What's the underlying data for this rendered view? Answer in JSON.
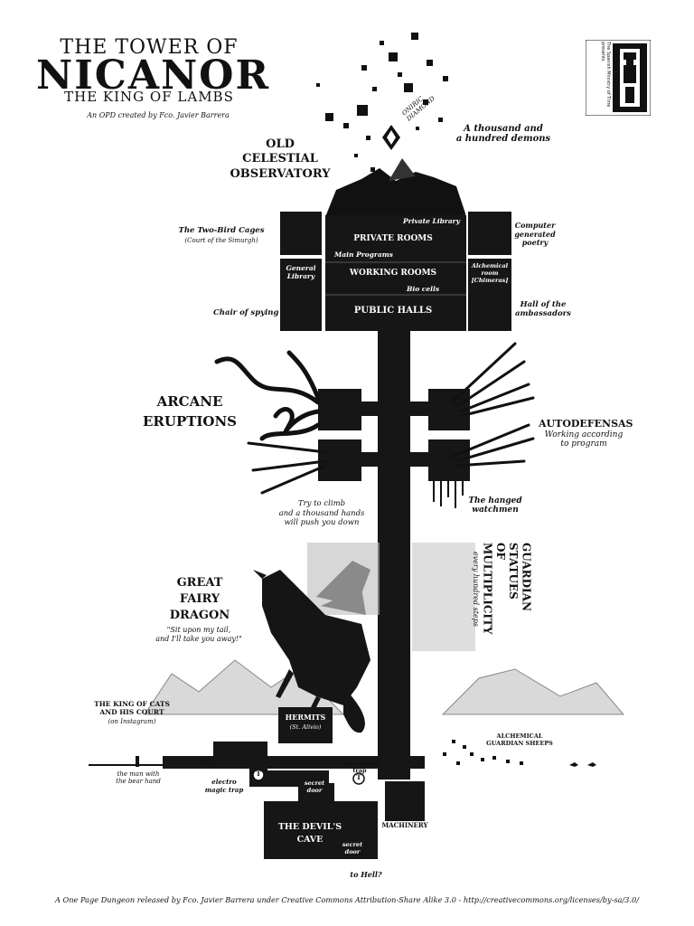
{
  "title": {
    "line1": "THE TOWER OF",
    "line2": "NICANOR",
    "line3": "THE KING OF LAMBS",
    "credit": "An OPD created by Fco. Javier Barrera"
  },
  "tower": {
    "observatory": "OLD\nCELESTIAL\nOBSERVATORY",
    "diamond": "ONIRIC\nDIAMOND",
    "demons": "A thousand and\na hundred demons",
    "private_library": "Private Library",
    "private_rooms": "PRIVATE ROOMS",
    "main_programs": "Main Programs",
    "working_rooms": "WORKING ROOMS",
    "bio_cells": "Bio cells",
    "public_halls": "PUBLIC HALLS",
    "general_library": "General\nLibrary",
    "alchemical_room": "Alchemical\nroom\n[Chimeras]",
    "two_bird_cages": "The Two-Bird Cages",
    "two_bird_cages_sub": "(Court of the Simurgh)",
    "computer_poetry": "Computer\ngenerated\npoetry",
    "chair_spying": "Chair of spying",
    "hall_ambassadors": "Hall of the\nambassadors"
  },
  "shaft": {
    "arcane": "ARCANE\nERUPTIONS",
    "autodefensas": "AUTODEFENSAS",
    "autodefensas_sub": "Working according\nto program",
    "hanged": "The hanged\nwatchmen",
    "climb": "Try to climb\nand a thousand hands\nwill push you down",
    "guardian": "GUARDIAN STATUES\nOF MULTIPLICITY",
    "guardian_sub": "every hundred steps"
  },
  "dragon": {
    "name": "GREAT\nFAIRY\nDRAGON",
    "quote": "\"Sit upon my tail,\nand I'll take you away!\""
  },
  "base": {
    "king_cats": "THE KING OF CATS\nAND HIS COURT",
    "king_cats_sub": "(on Instagram)",
    "hermits": "HERMITS",
    "hermits_sub": "(St. Alivio)",
    "door": "door",
    "bear_hand": "the man with\nthe bear hand",
    "electro_trap": "electro\nmagic trap",
    "secret_door_1": "secret\ndoor",
    "conventional_trap": "conventional\ntrap",
    "devils_cave": "THE DEVIL'S\nCAVE",
    "secret_door_2": "secret\ndoor",
    "machinery": "MACHINERY",
    "sheeps": "ALCHEMICAL\nGUARDIAN SHEEPS",
    "to_hell": "to Hell?",
    "trap_marker": "T"
  },
  "footer": "A One Page Dungeon released by Fco. Javier Barrera under Creative Commons Attribution-Share Alike 3.0 - http://creativecommons.org/licenses/by-sa/3.0/",
  "emblem": {
    "vertical_text": "The Spanish Ministry of Time presents"
  }
}
